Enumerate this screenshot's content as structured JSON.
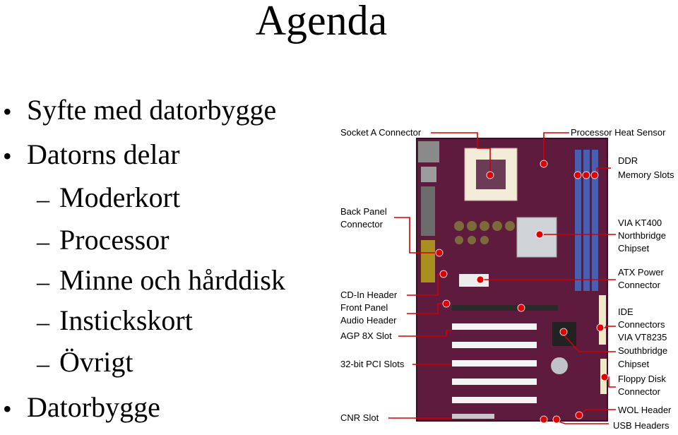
{
  "slide": {
    "title": "Agenda",
    "items": [
      {
        "text": "Syfte med datorbygge",
        "level": 1
      },
      {
        "text": "Datorns delar",
        "level": 1
      },
      {
        "text": "Moderkort",
        "level": 2
      },
      {
        "text": "Processor",
        "level": 2
      },
      {
        "text": "Minne och hårddisk",
        "level": 2
      },
      {
        "text": "Instickskort",
        "level": 2
      },
      {
        "text": "Övrigt",
        "level": 2
      },
      {
        "text": "Datorbygge",
        "level": 1
      }
    ],
    "bullet_char": "•",
    "dash_char": "–"
  },
  "diagram": {
    "labels": {
      "socket": "Socket A Connector",
      "heat_sensor": "Processor Heat Sensor",
      "ddr_1": "DDR",
      "ddr_2": "Memory Slots",
      "back_panel_1": "Back Panel",
      "back_panel_2": "Connector",
      "kt400_1": "VIA KT400",
      "kt400_2": "Northbridge",
      "kt400_3": "Chipset",
      "atx_1": "ATX Power",
      "atx_2": "Connector",
      "cdin": "CD-In Header",
      "front_panel_1": "Front Panel",
      "front_panel_2": "Audio Header",
      "ide_1": "IDE",
      "ide_2": "Connectors",
      "agp": "AGP 8X Slot",
      "vt8235_1": "VIA VT8235",
      "vt8235_2": "Southbridge",
      "vt8235_3": "Chipset",
      "pci": "32-bit PCI Slots",
      "floppy_1": "Floppy Disk",
      "floppy_2": "Connector",
      "cnr": "CNR Slot",
      "wol": "WOL Header",
      "usb": "USB Headers"
    },
    "colors": {
      "board": "#5e1b3e",
      "leader": "#d10000",
      "dot": "#e10000",
      "memory_slot": "#4a5fb0"
    }
  }
}
